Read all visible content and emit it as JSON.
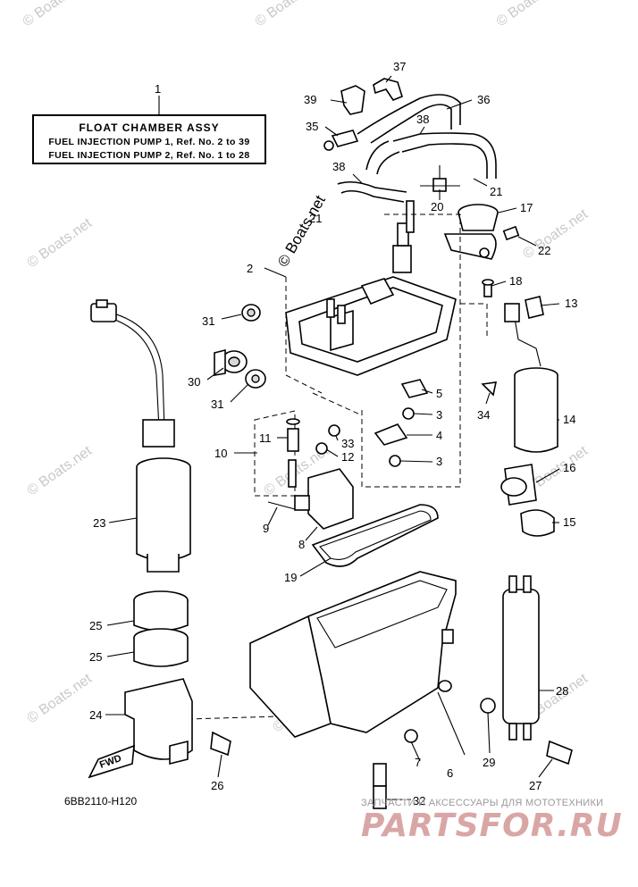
{
  "title_box": {
    "title": "FLOAT CHAMBER ASSY",
    "line1": "FUEL INJECTION PUMP 1,  Ref. No. 2 to 39",
    "line2": "FUEL INJECTION PUMP 2,  Ref. No. 1 to 28"
  },
  "drawing_code": "6BB2110-H120",
  "fwd_label": "FWD",
  "watermark": "© Boats.net",
  "shop": {
    "subtitle": "ЗАПЧАСТИ И АКСЕССУАРЫ ДЛЯ МОТОТЕХНИКИ",
    "logo": "PARTSFOR.RU"
  },
  "callouts": [
    "1",
    "2",
    "3",
    "3",
    "4",
    "5",
    "6",
    "7",
    "8",
    "9",
    "10",
    "11",
    "12",
    "13",
    "14",
    "15",
    "16",
    "17",
    "18",
    "19",
    "20",
    "21",
    "21",
    "22",
    "23",
    "24",
    "25",
    "25",
    "26",
    "27",
    "28",
    "29",
    "30",
    "31",
    "31",
    "32",
    "33",
    "34",
    "35",
    "36",
    "37",
    "38",
    "38",
    "39"
  ]
}
